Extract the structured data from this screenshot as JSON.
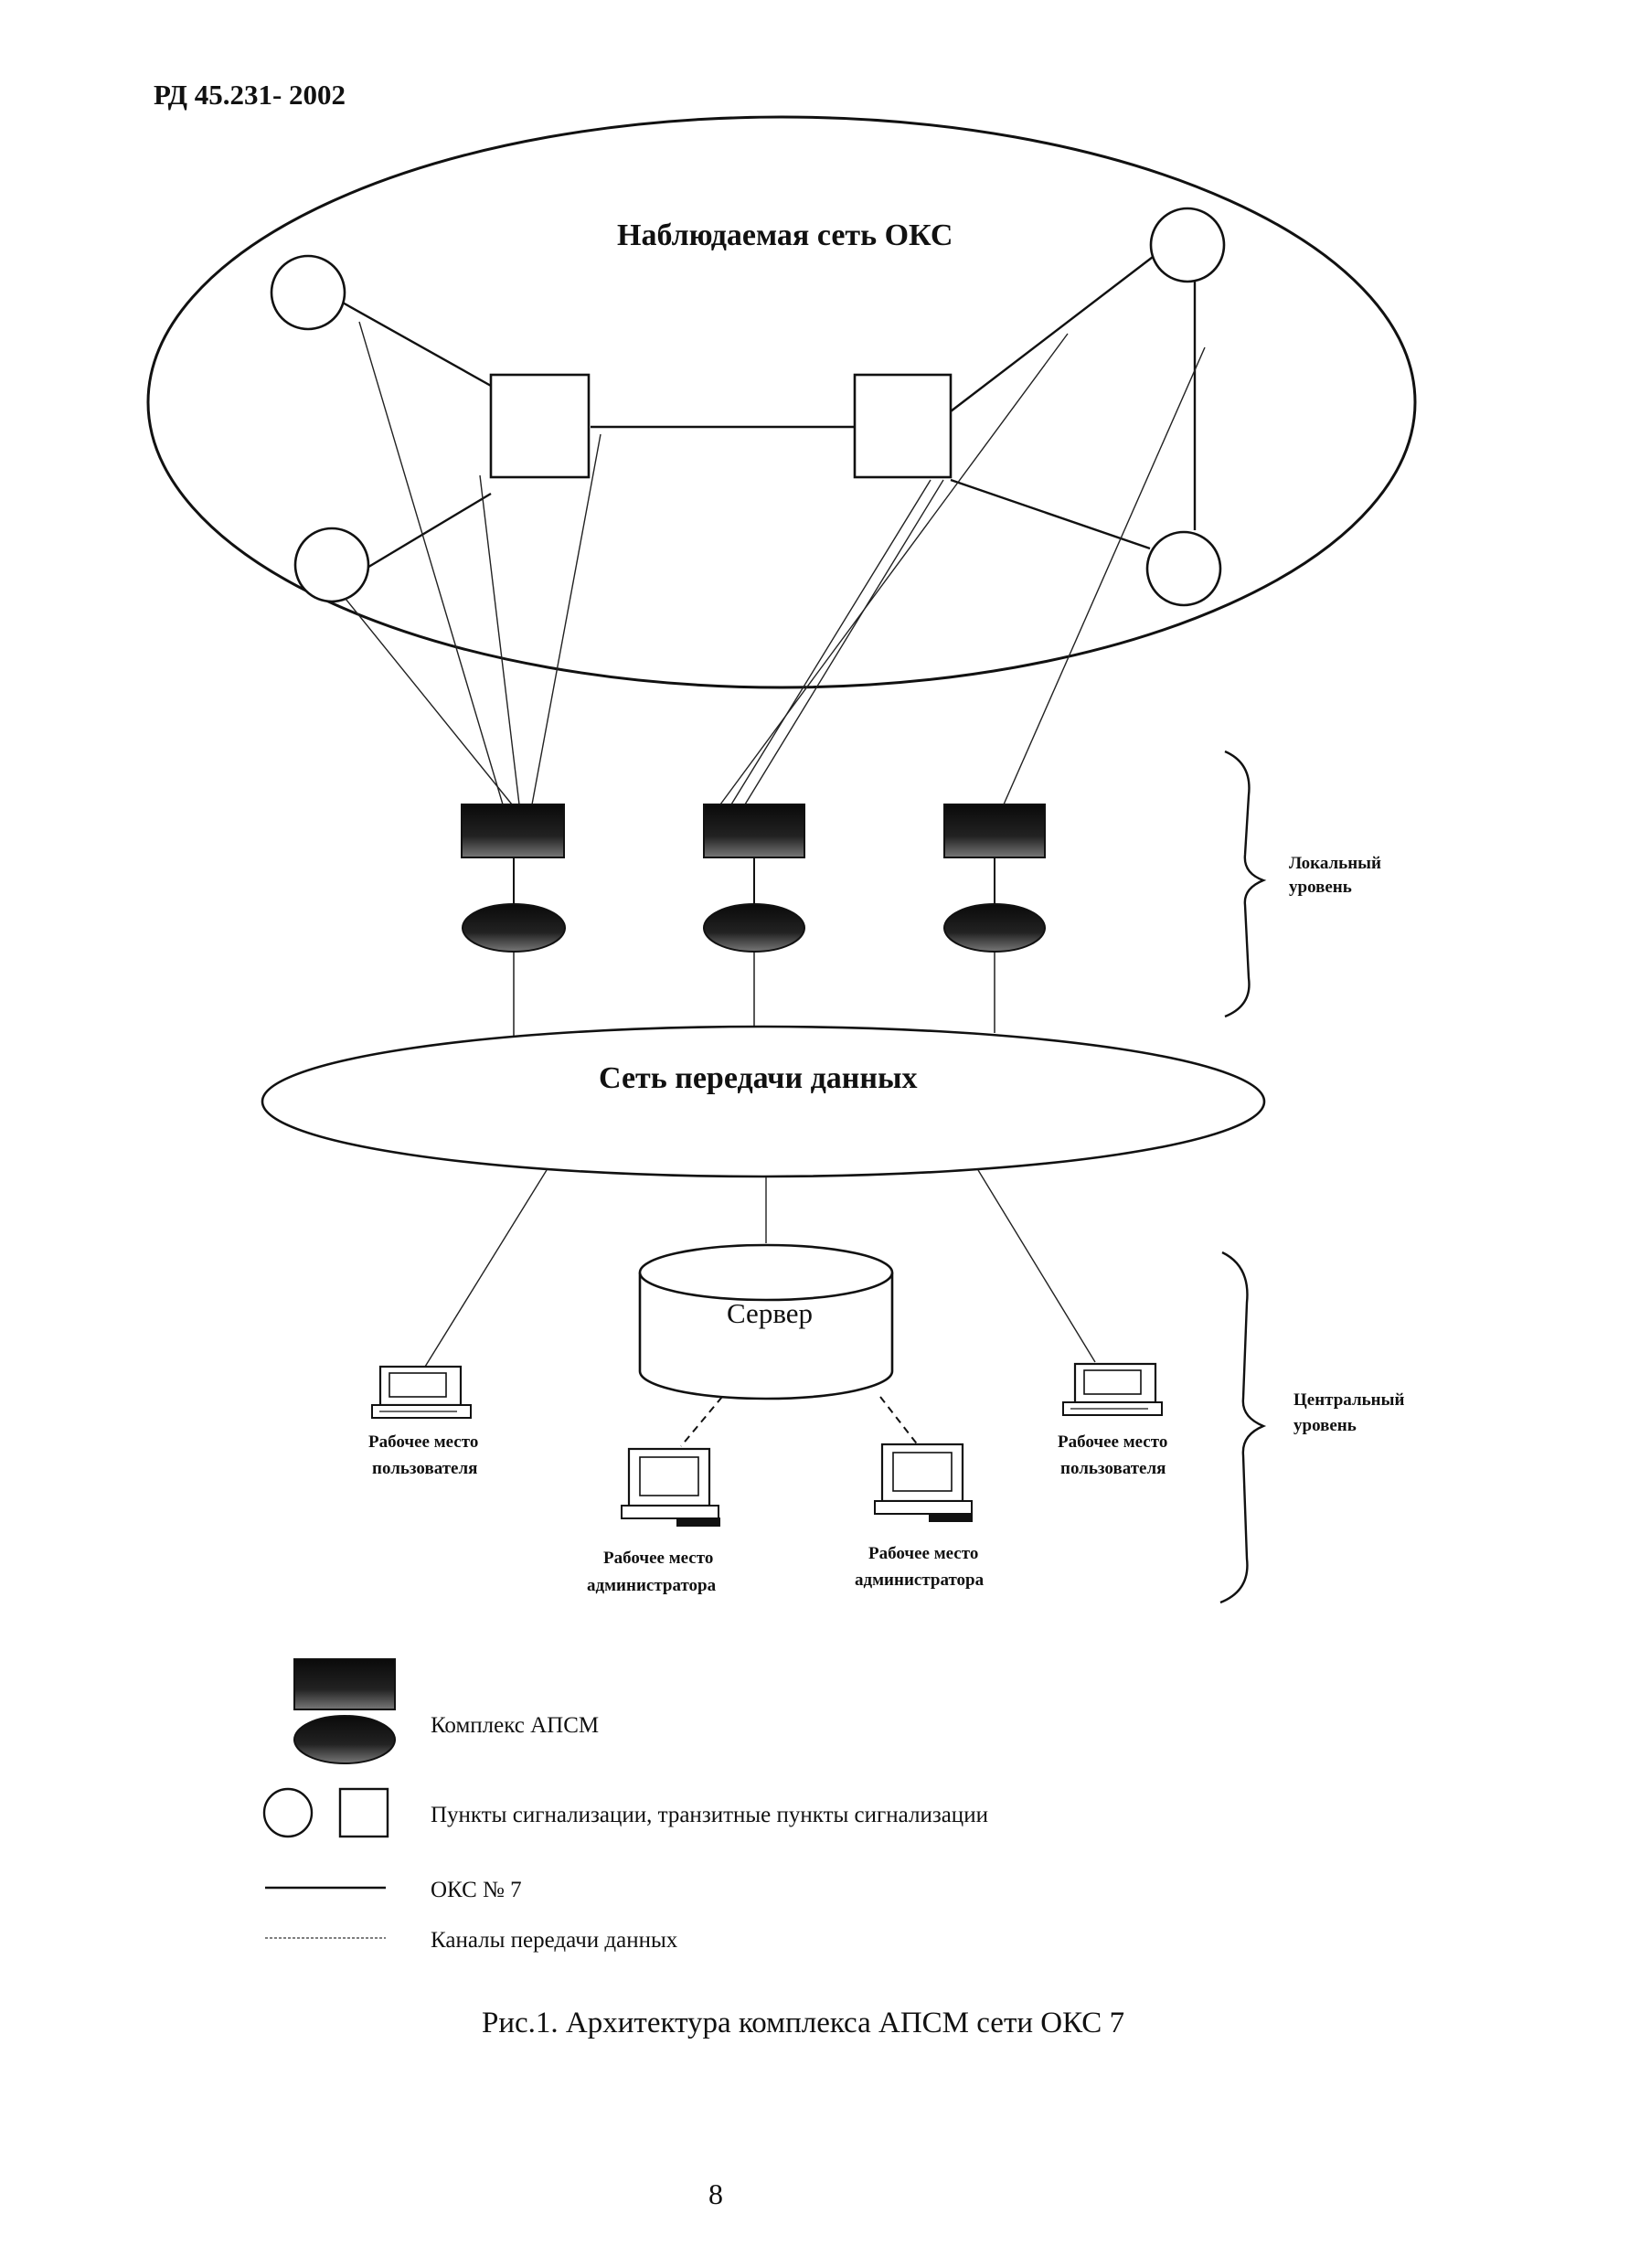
{
  "document": {
    "code": "РД 45.231- 2002",
    "page_number": "8",
    "caption": "Рис.1. Архитектура комплекса АПСМ сети ОКС 7"
  },
  "diagram": {
    "observed_network_label": "Наблюдаемая сеть ОКС",
    "data_network_label": "Сеть передачи данных",
    "server_label": "Сервер",
    "levels": {
      "local": [
        "Локальный",
        "уровень"
      ],
      "central": [
        "Центральный",
        "уровень"
      ]
    },
    "workstations": {
      "user": [
        "Рабочее место",
        "пользователя"
      ],
      "admin": [
        "Рабочее место",
        "администратора"
      ]
    }
  },
  "legend": {
    "apsm": "Комплекс АПСМ",
    "points": "Пункты сигнализации, транзитные пункты сигнализации",
    "oks7": "ОКС № 7",
    "data_channels": "Каналы передачи данных"
  }
}
